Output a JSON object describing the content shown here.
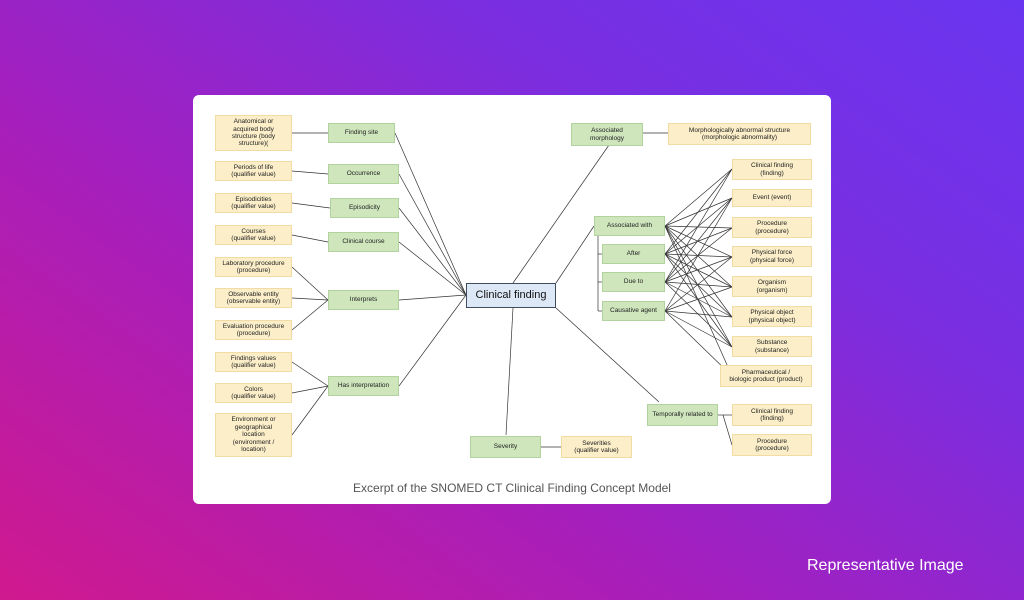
{
  "caption": "Excerpt of the SNOMED CT Clinical Finding Concept Model",
  "watermark": "Representative Image",
  "center": "Clinical finding",
  "attributes": {
    "finding_site": "Finding site",
    "occurrence": "Occurrence",
    "episodicity": "Episodicity",
    "clinical_course": "Clinical course",
    "interprets": "Interprets",
    "has_interpretation": "Has interpretation",
    "associated_morphology": "Associated\nmorphology",
    "associated_with": "Associated with",
    "after": "After",
    "due_to": "Due to",
    "causative_agent": "Causative agent",
    "temporally_related_to": "Temporally related to",
    "severity": "Severity"
  },
  "values": {
    "anatomical": "Anatomical or\nacquired body\nstructure (body\nstructure)(",
    "periods_of_life": "Periods of life\n(qualifier value)",
    "episodicities": "Episodicities\n(qualifier value)",
    "courses": "Courses\n(qualifier value)",
    "laboratory_procedure": "Laboratory procedure\n(procedure)",
    "observable_entity": "Observable entity\n(observable entity)",
    "evaluation_procedure": "Evaluation procedure\n(procedure)",
    "findings_values": "Findings values\n(qualifier value)",
    "colors": "Colors\n(qualifier value)",
    "environment": "Environment or\ngeographical\nlocation\n(environment /\nlocation)",
    "morph_abnormal": "Morphologically abnormal structure\n(morphologic abnormality)",
    "clinical_finding_finding": "Clinical finding\n(finding)",
    "event": "Event (event)",
    "procedure": "Procedure\n(procedure)",
    "physical_force": "Physical force\n(physical force)",
    "organism": "Organism\n(organism)",
    "physical_object": "Physical object\n(physical object)",
    "substance": "Substance\n(substance)",
    "pharmaceutical": "Pharmaceutical /\nbiologic product (product)",
    "temporal_clinical_finding": "Clinical finding\n(finding)",
    "temporal_procedure": "Procedure\n(procedure)",
    "severities": "Severities\n(qualifier value)"
  }
}
